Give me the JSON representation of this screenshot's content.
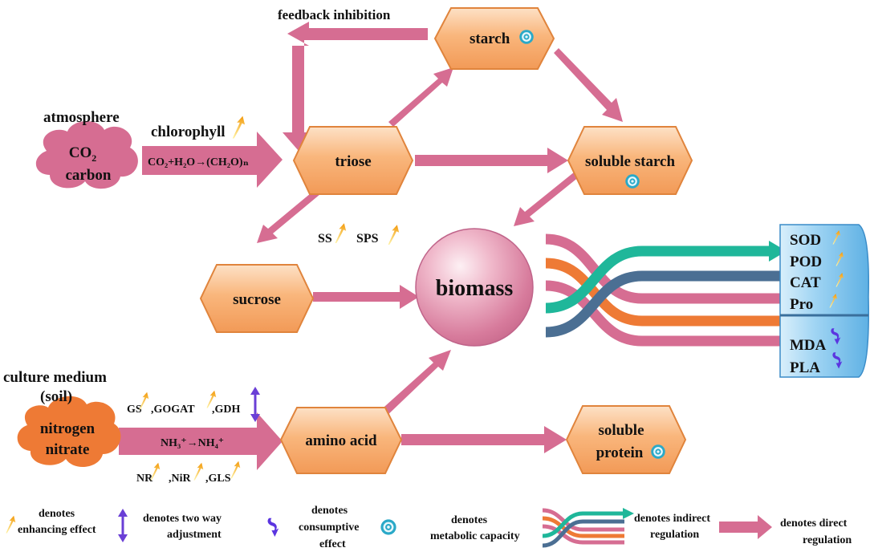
{
  "colors": {
    "pink_arrow": "#d66d92",
    "orange_node": "#f6a868",
    "orange_node_light": "#fbd2ad",
    "green_line": "#1fb79a",
    "orange_line": "#ee7a35",
    "steel_line": "#4b6f93",
    "sky_box": "#7ec3ec",
    "up_arrow": "#f7a81b",
    "purple": "#6a3fd6",
    "ring": "#2aa9c8"
  },
  "labels": {
    "feedback": "feedback inhibition",
    "atmosphere": "atmosphere",
    "co2": "CO",
    "co2_sub": "2",
    "carbon": "carbon",
    "chlorophyll": "chlorophyll",
    "photo_eq": "CO₂+H₂O→(CH₂O)ₙ",
    "ss": "SS",
    "sps": "SPS",
    "culture_medium": "culture medium",
    "soil": "(soil)",
    "nitrogen": "nitrogen",
    "nitrate": "nitrate",
    "gs": "GS",
    "gogat": ",GOGAT",
    "gdh": ",GDH",
    "nh_eq": "NH₃⁺→NH₄⁺",
    "nr": "NR",
    "nir": ",NiR",
    "gls": ",GLS"
  },
  "nodes": {
    "starch": "starch",
    "triose": "triose",
    "soluble_starch": "soluble starch",
    "sucrose": "sucrose",
    "biomass": "biomass",
    "amino_acid": "amino acid",
    "soluble_protein_1": "soluble",
    "soluble_protein_2": "protein"
  },
  "enzymes_up": [
    "SOD",
    "POD",
    "CAT",
    "Pro"
  ],
  "enzymes_down": [
    "MDA",
    "PLA"
  ],
  "legend": {
    "enhancing_1": "denotes",
    "enhancing_2": "enhancing effect",
    "twoway_1": "denotes two way",
    "twoway_2": "adjustment",
    "consumptive_1": "denotes",
    "consumptive_2": "consumptive",
    "consumptive_3": "effect",
    "metabolic_1": "denotes",
    "metabolic_2": "metabolic capacity",
    "indirect_1": "denotes indirect",
    "indirect_2": "regulation",
    "direct_1": "denotes direct",
    "direct_2": "regulation"
  }
}
